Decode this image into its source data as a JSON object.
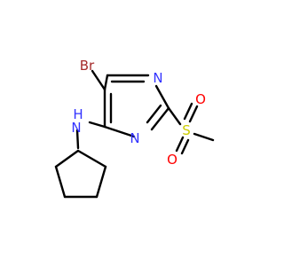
{
  "molecule": {
    "atoms": {
      "bromine": {
        "label": "Br",
        "color": "#a52a2a"
      },
      "ring_nitrogen_top": {
        "label": "N",
        "color": "#3333ff"
      },
      "ring_nitrogen_bottom": {
        "label": "N",
        "color": "#3333ff"
      },
      "amine": {
        "label": "N",
        "sub": "H",
        "color": "#3333ff"
      },
      "sulfur": {
        "label": "S",
        "color": "#cccc00"
      },
      "oxygen_top": {
        "label": "O",
        "color": "#ff0000"
      },
      "oxygen_bottom": {
        "label": "O",
        "color": "#ff0000"
      }
    },
    "bond_color": "#000000"
  }
}
